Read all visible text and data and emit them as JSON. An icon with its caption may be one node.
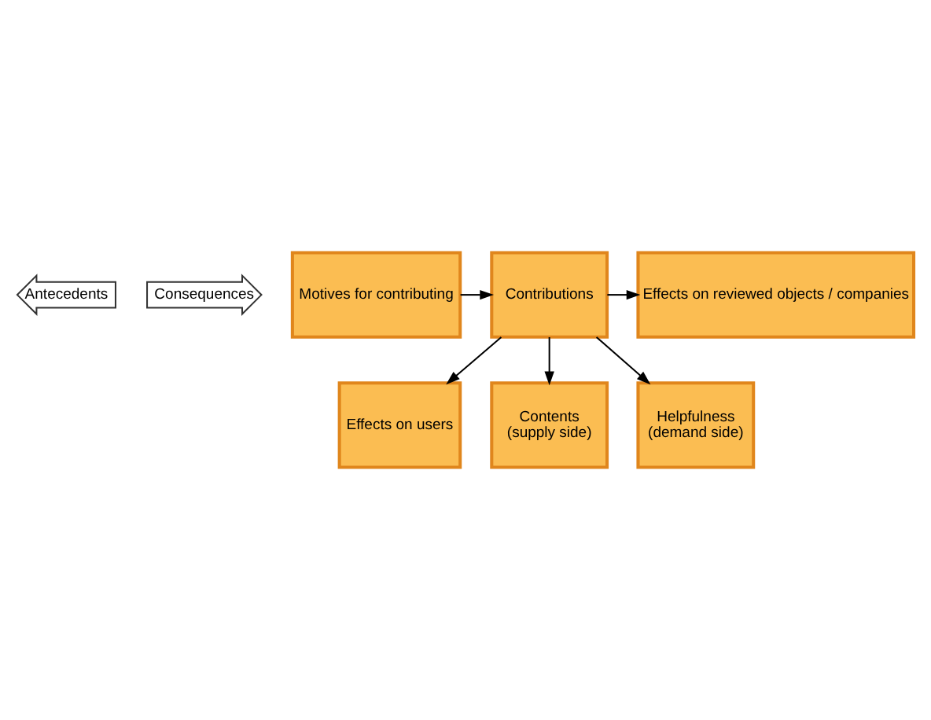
{
  "diagram": {
    "nodes": [
      {
        "text": [
          "Antecedents"
        ]
      },
      {
        "text": [
          "Consequences"
        ]
      },
      {
        "text": [
          "Motives for contributing"
        ]
      },
      {
        "text": [
          "Contributions"
        ]
      },
      {
        "text": [
          "Effects on reviewed objects / companies"
        ]
      },
      {
        "text": [
          "Effects on users"
        ]
      },
      {
        "text": [
          "Contents",
          "(supply side)"
        ]
      },
      {
        "text": [
          "Helpfulness",
          "(demand side)"
        ]
      }
    ],
    "edges": [
      {
        "from": 2,
        "to": 3,
        "arrow": "to"
      },
      {
        "from": 3,
        "to": 4,
        "arrow": "to"
      },
      {
        "from": 3,
        "to": 5,
        "arrow": "to"
      },
      {
        "from": 3,
        "to": 6,
        "arrow": "to"
      },
      {
        "from": 3,
        "to": 7,
        "arrow": "to"
      }
    ]
  }
}
